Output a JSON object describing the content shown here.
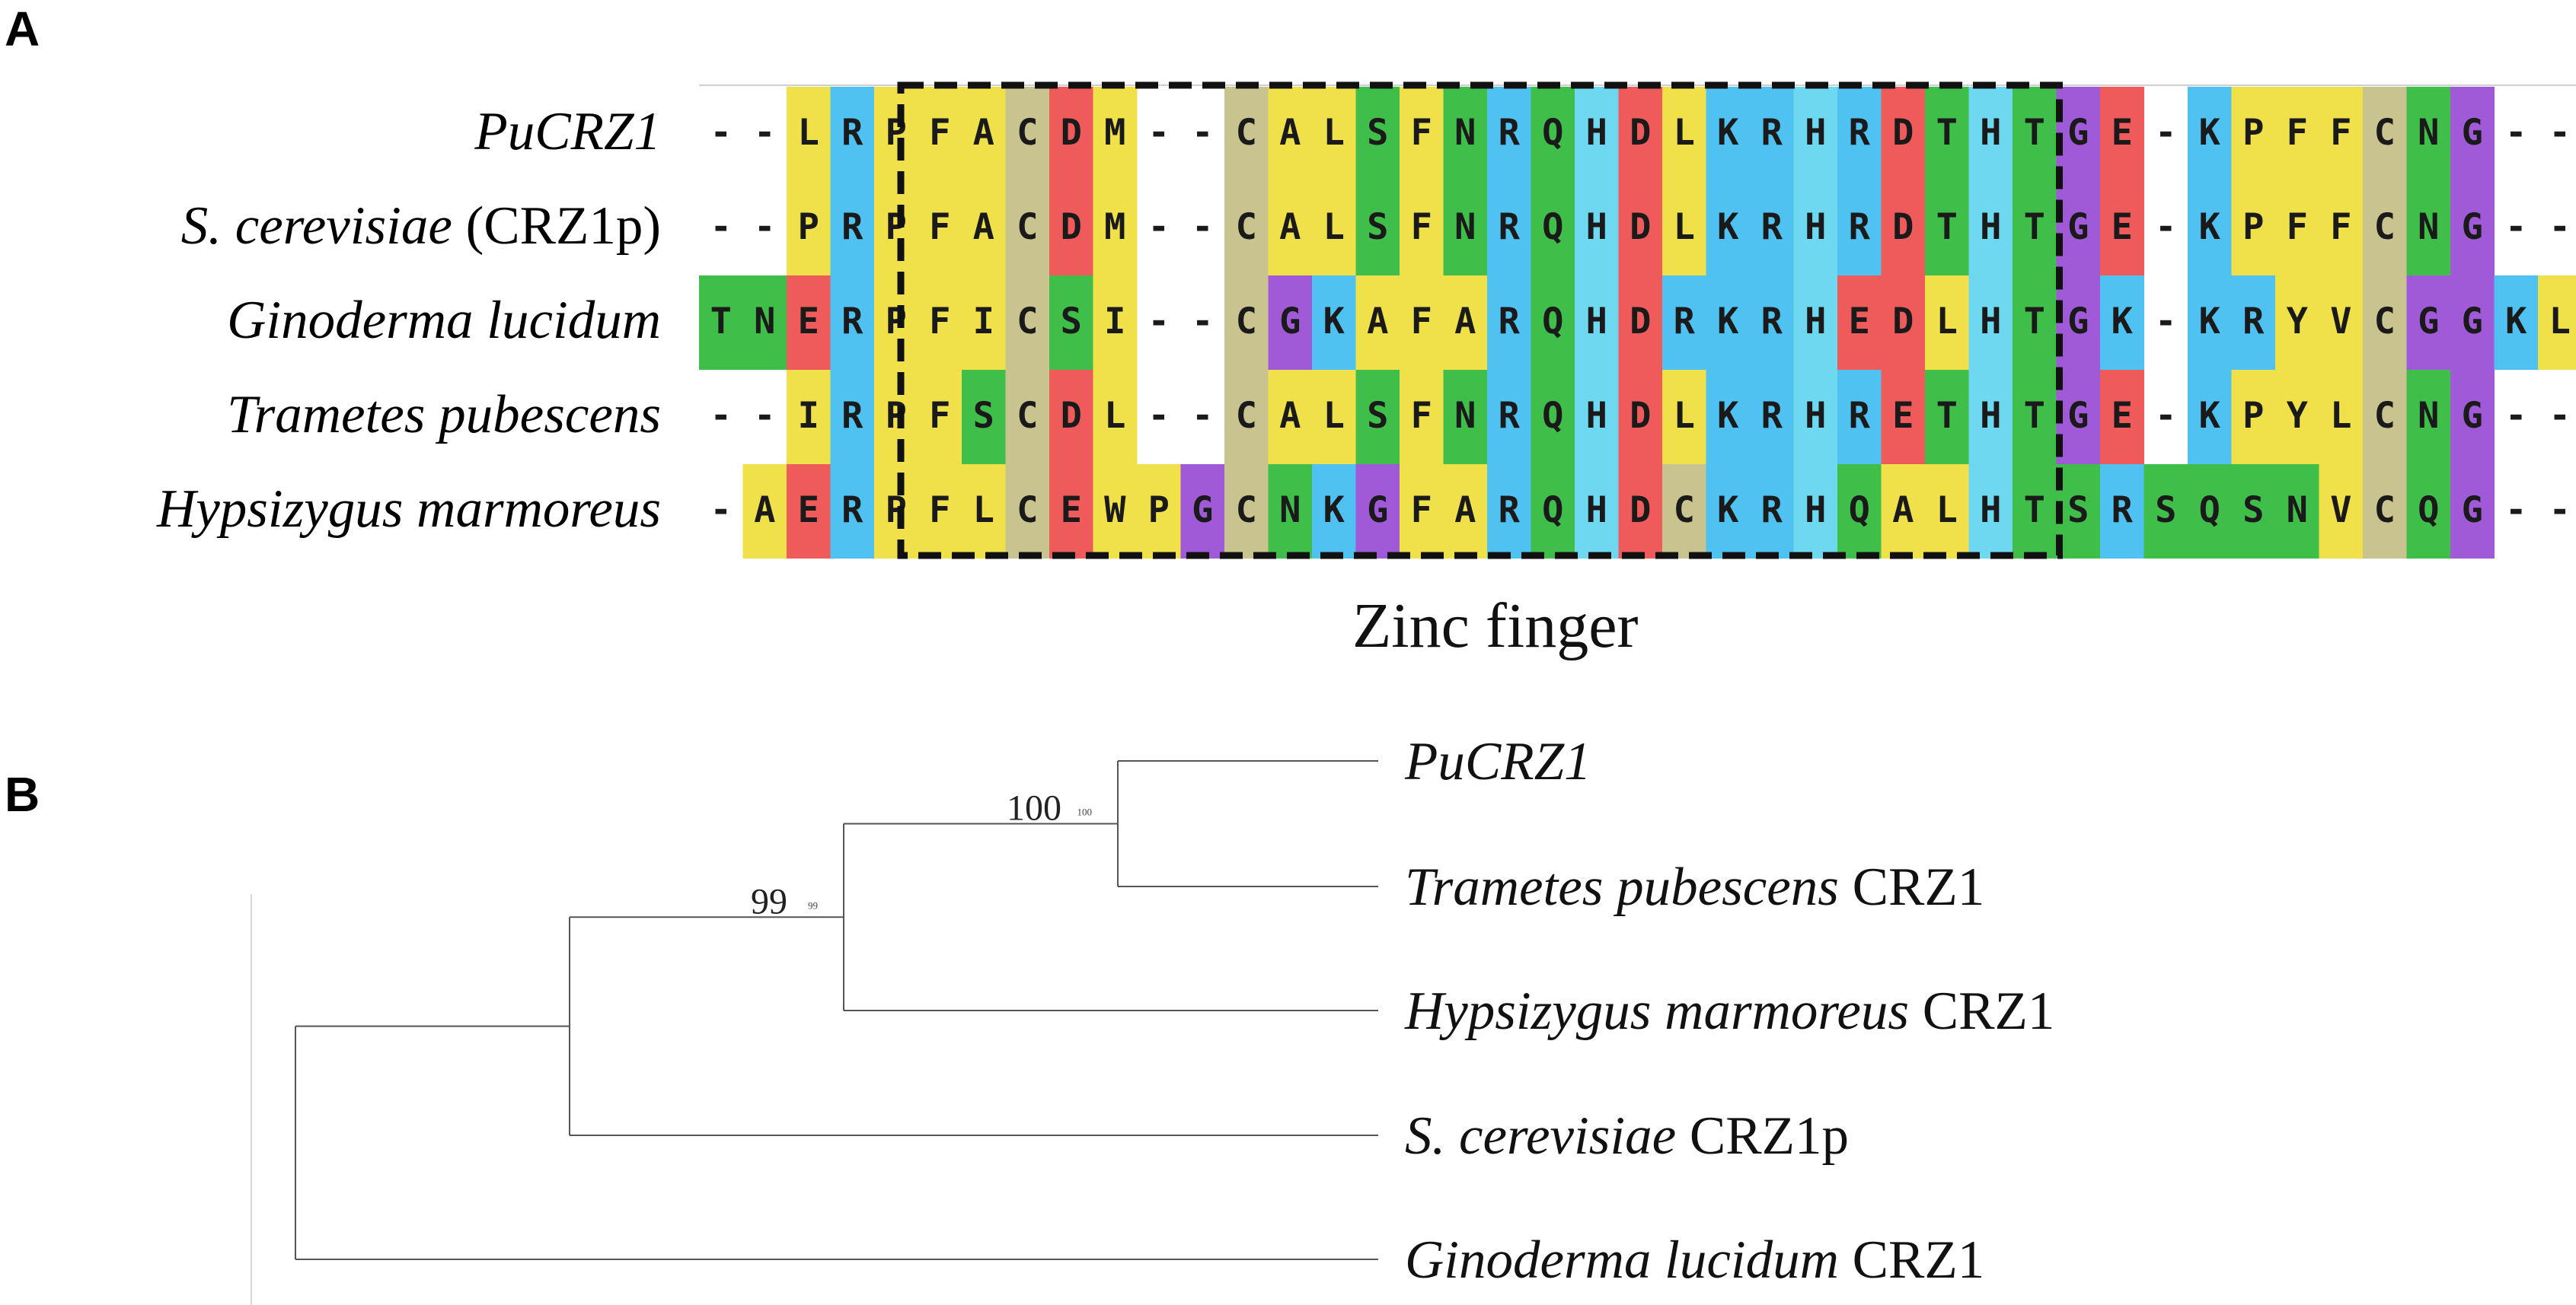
{
  "panel_a": {
    "label": "A",
    "colors": {
      "L": "#f0e04a",
      "I": "#f0e04a",
      "V": "#f0e04a",
      "F": "#f0e04a",
      "W": "#f0e04a",
      "Y": "#f0e04a",
      "R": "#4fc2f2",
      "K": "#4fc2f2",
      "H": "#6ed8f0",
      "P": "#f0e04a",
      "A": "#f0e04a",
      "M": "#f0e04a",
      "C": "#c9c38f",
      "D": "#ef5b5b",
      "E": "#ef5b5b",
      "S": "#3fbf4a",
      "T": "#3fbf4a",
      "N": "#3fbf4a",
      "Q": "#3fbf4a",
      "G": "#a05ad8",
      "-": "#ffffff"
    },
    "rows": [
      {
        "name": "PuCRZ1",
        "name_italic": "PuCRZ1",
        "name_rest": "",
        "seq": "--LRPFACDM--CALSFNRQHDLKRHRDTHTGE-KPFFCNG---"
      },
      {
        "name": "S. cerevisiae (CRZ1p)",
        "name_italic": "S. cerevisiae",
        "name_rest": " (CRZ1p)",
        "seq": "--PRPFACDM--CALSFNRQHDLKRHRDTHTGE-KPFFCNG---"
      },
      {
        "name": "Ginoderma lucidum",
        "name_italic": "Ginoderma lucidum",
        "name_rest": "",
        "seq": "TNERPFICSI--CGKAFARQHDRKRHEDLHTGK-KRYVCGGKLK"
      },
      {
        "name": "Trametes pubescens",
        "name_italic": "Trametes pubescens",
        "name_rest": "",
        "seq": "--IRPFSCDL--CALSFNRQHDLKRHRETHTGE-KPYLCNG---"
      },
      {
        "name": "Hypsizygus marmoreus",
        "name_italic": "Hypsizygus marmoreus",
        "name_rest": "",
        "seq": "-AERPFLCEWPGCNKGFARQHDCKRHQALHTSRSQSNVCQG---"
      }
    ],
    "zinc_finger_label": "Zinc finger",
    "zinc_finger_start_col": 6,
    "zinc_finger_end_col": 30
  },
  "panel_b": {
    "label": "B",
    "leaves": [
      {
        "italic": "PuCRZ1",
        "rest": ""
      },
      {
        "italic": "Trametes pubescens",
        "rest": " CRZ1"
      },
      {
        "italic": "Hypsizygus marmoreus",
        "rest": " CRZ1"
      },
      {
        "italic": "S. cerevisiae",
        "rest": " CRZ1p"
      },
      {
        "italic": "Ginoderma lucidum",
        "rest": " CRZ1"
      }
    ],
    "bootstrap": [
      {
        "value": "100",
        "small": "100"
      },
      {
        "value": "99",
        "small": "99"
      }
    ]
  }
}
